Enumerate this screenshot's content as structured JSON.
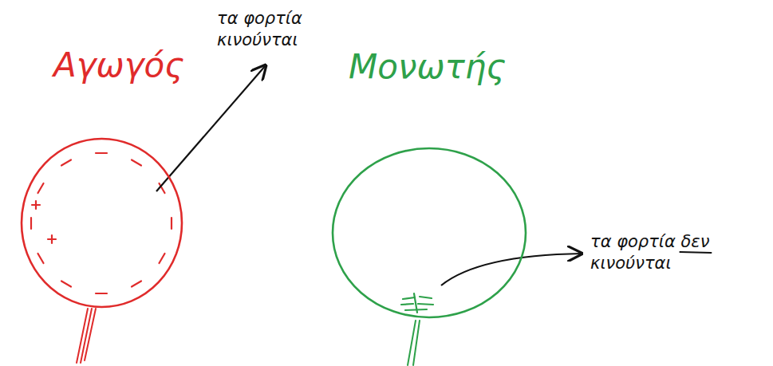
{
  "diagram": {
    "nodes": [
      {
        "text": [
          "Αγωγός"
        ]
      },
      {
        "text": [
          "Μονωτής"
        ]
      }
    ],
    "labels": [
      "τα φορτία κινούνται",
      "τα φορτία δεν κινούνται"
    ]
  }
}
